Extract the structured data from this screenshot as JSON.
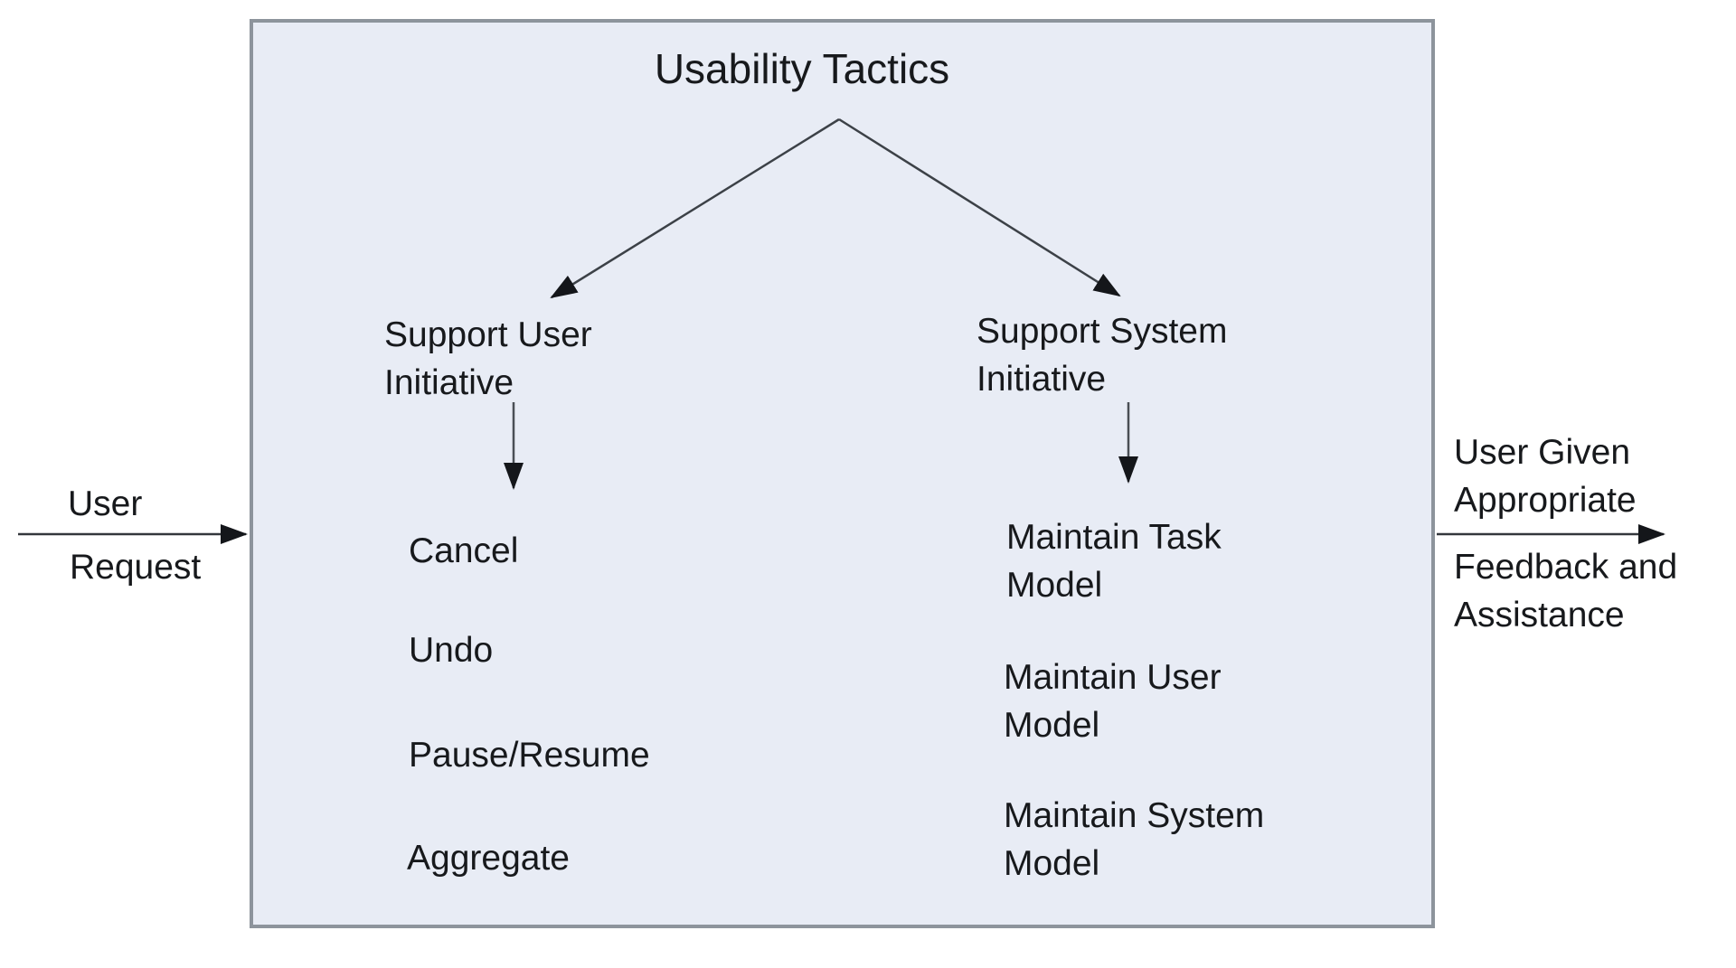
{
  "diagram": {
    "title": "Usability Tactics",
    "colors": {
      "box_fill": "#E8ECF5",
      "box_border": "#8D949C",
      "text": "#17191C",
      "line": "#3C4147"
    },
    "left_branch": {
      "label": "Support User\nInitiative",
      "items": [
        "Cancel",
        "Undo",
        "Pause/Resume",
        "Aggregate"
      ]
    },
    "right_branch": {
      "label": "Support System\nInitiative",
      "items": [
        "Maintain Task\nModel",
        "Maintain User\nModel",
        "Maintain System\nModel"
      ]
    },
    "input_arrow": {
      "label_top": "User",
      "label_bottom": "Request"
    },
    "output_arrow": {
      "label_top": "User Given\nAppropriate",
      "label_bottom": "Feedback and\nAssistance"
    }
  }
}
